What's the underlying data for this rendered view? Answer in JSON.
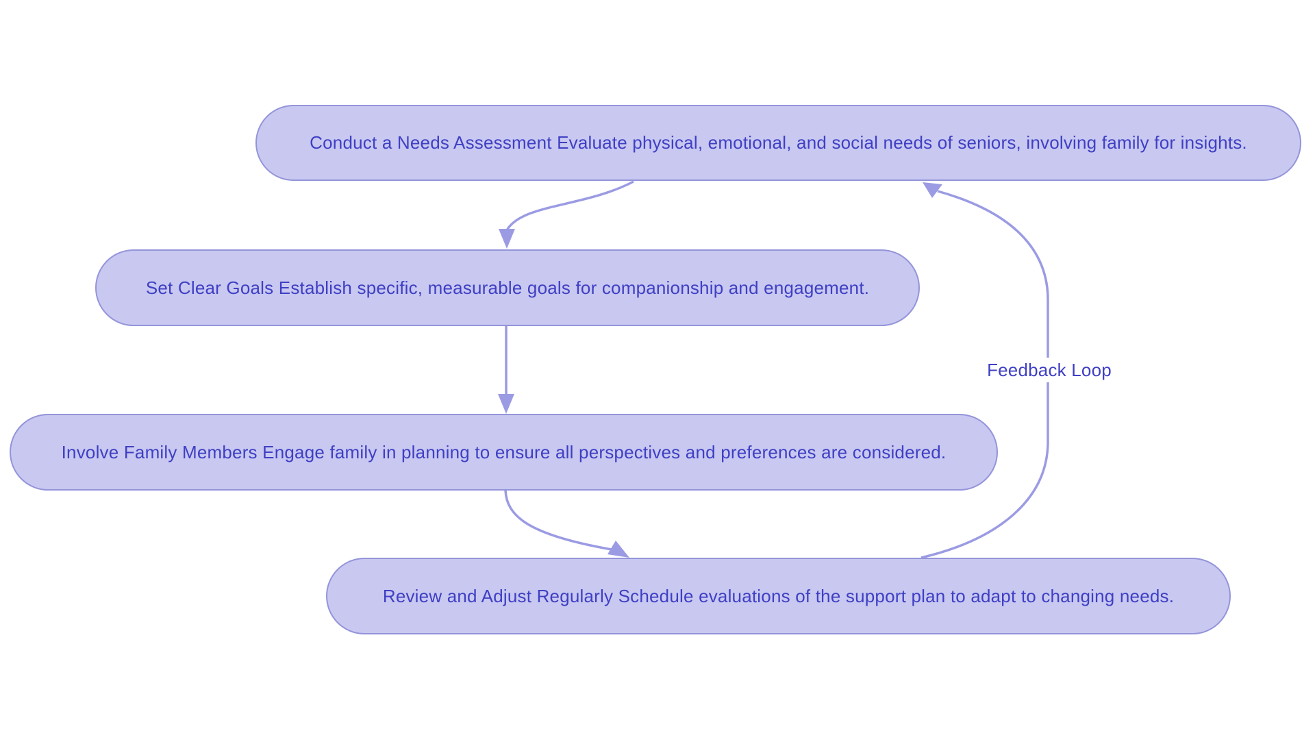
{
  "diagram": {
    "type": "flowchart",
    "direction": "top-down",
    "background": "#ffffff",
    "nodes": [
      {
        "id": "needs-assessment",
        "shape": "stadium",
        "label": "Conduct a Needs Assessment Evaluate physical, emotional, and social needs of seniors, involving family for insights."
      },
      {
        "id": "set-goals",
        "shape": "stadium",
        "label": "Set Clear Goals Establish specific, measurable goals for companionship and engagement."
      },
      {
        "id": "involve-family",
        "shape": "stadium",
        "label": "Involve Family Members Engage family in planning to ensure all perspectives and preferences are considered."
      },
      {
        "id": "review-adjust",
        "shape": "stadium",
        "label": "Review and Adjust Regularly Schedule evaluations of the support plan to adapt to changing needs."
      }
    ],
    "edges": [
      {
        "from": "needs-assessment",
        "to": "set-goals",
        "label": ""
      },
      {
        "from": "set-goals",
        "to": "involve-family",
        "label": ""
      },
      {
        "from": "involve-family",
        "to": "review-adjust",
        "label": ""
      },
      {
        "from": "review-adjust",
        "to": "needs-assessment",
        "label": "Feedback Loop"
      }
    ],
    "colors": {
      "node_fill": "#c8c8f1",
      "node_border": "#9494da",
      "arrow": "#9b9be4",
      "text": "#3f3fc4"
    }
  }
}
